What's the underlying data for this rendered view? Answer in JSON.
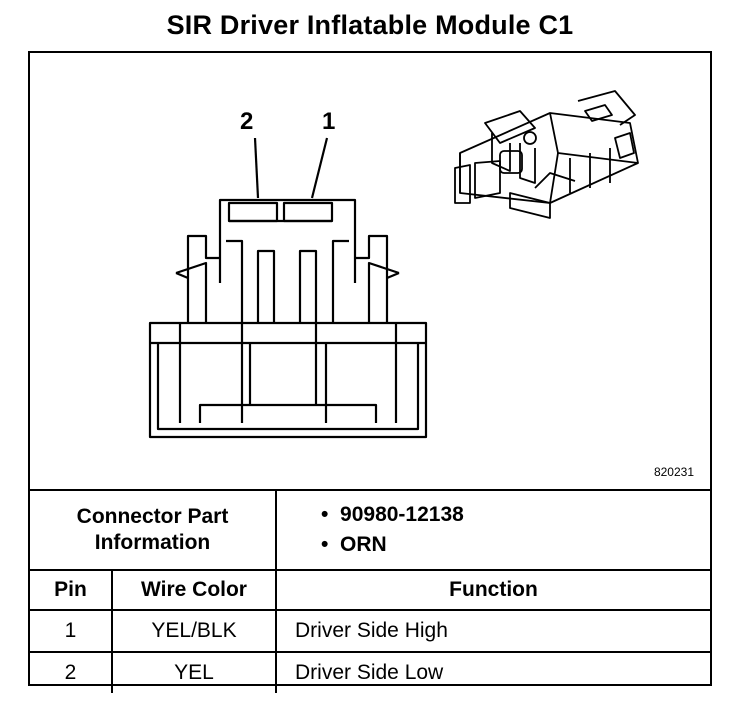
{
  "title": "SIR Driver Inflatable Module C1",
  "diagram": {
    "pin_labels": [
      "2",
      "1"
    ],
    "image_id": "820231"
  },
  "connector_info": {
    "label": "Connector Part Information",
    "items": [
      "90980-12138",
      "ORN"
    ]
  },
  "table": {
    "headers": {
      "pin": "Pin",
      "wire_color": "Wire Color",
      "function": "Function"
    },
    "rows": [
      {
        "pin": "1",
        "wire_color": "YEL/BLK",
        "function": "Driver Side High"
      },
      {
        "pin": "2",
        "wire_color": "YEL",
        "function": "Driver Side Low"
      }
    ]
  }
}
